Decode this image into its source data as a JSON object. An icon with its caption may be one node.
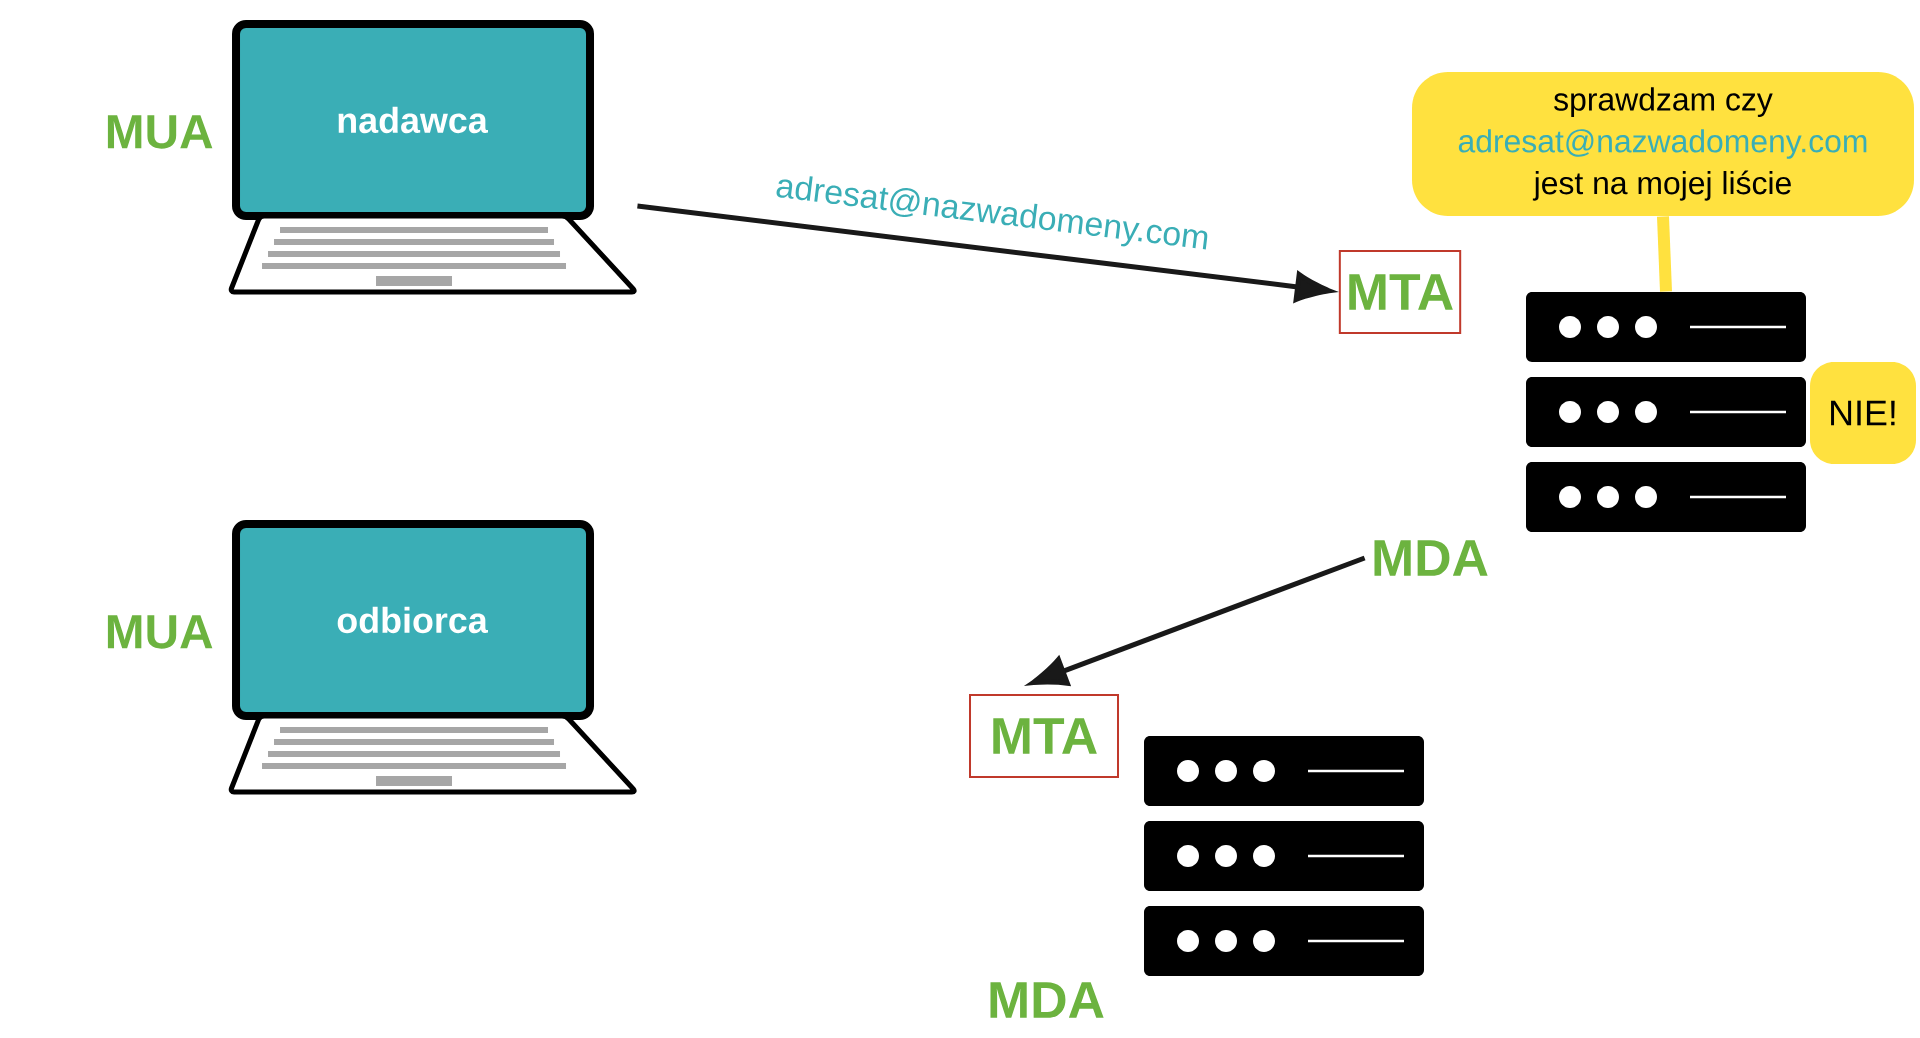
{
  "diagram": {
    "nodes": [
      {
        "text": [
          "nadawca"
        ],
        "beside": [
          "MUA"
        ]
      },
      {
        "text": [
          "odbiorca"
        ],
        "beside": [
          "MUA"
        ]
      },
      {
        "text": [
          "MTA"
        ]
      },
      {
        "text": [
          "sprawdzam czy",
          "adresat@nazwadomeny.com",
          "jest na mojej liście"
        ]
      },
      {
        "text": [],
        "shape": "server"
      },
      {
        "text": [
          "NIE!"
        ]
      },
      {
        "text": [
          "MDA"
        ]
      },
      {
        "text": [
          "MTA"
        ]
      },
      {
        "text": [],
        "shape": "server"
      }
    ],
    "edges": [
      {
        "from": 0,
        "to": 2,
        "arrow": "to",
        "label": "adresat@nazwadomeny.com"
      },
      {
        "from": 3,
        "to": 4,
        "arrow": "none",
        "style": "thick",
        "color": "#ffe13f"
      },
      {
        "from": 6,
        "to": 7,
        "arrow": "to"
      }
    ],
    "labels": [
      "MDA"
    ]
  }
}
